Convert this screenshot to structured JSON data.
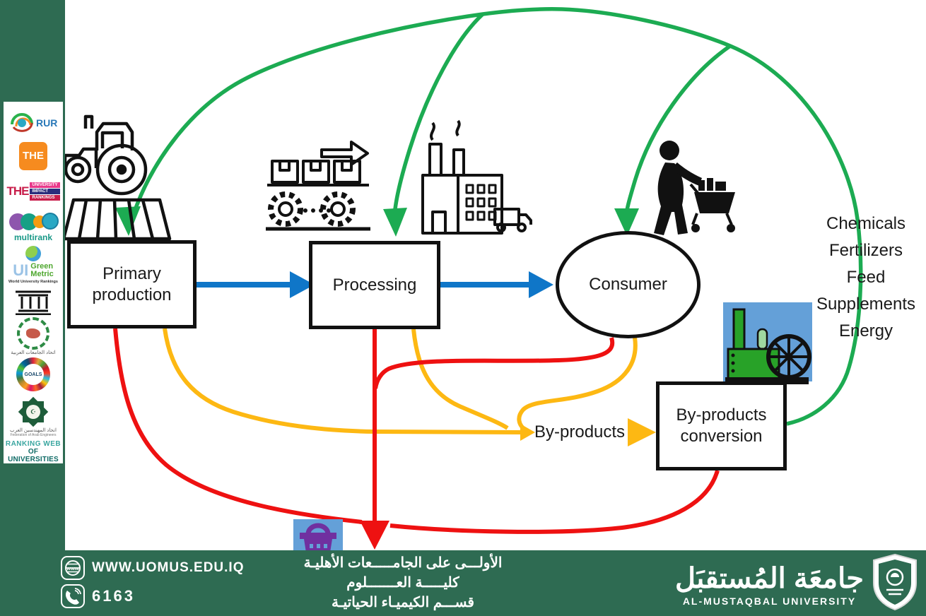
{
  "diagram": {
    "nodes": {
      "primary": "Primary production",
      "processing": "Processing",
      "consumer": "Consumer",
      "conversion": "By-products conversion"
    },
    "byproducts_label": "By-products",
    "outputs": [
      "Chemicals",
      "Fertilizers",
      "Feed",
      "Supplements",
      "Energy"
    ],
    "colors": {
      "recycle_green": "#1cab52",
      "flow_blue": "#0f76c8",
      "byproduct_yellow": "#fdb813",
      "waste_red": "#ee1111",
      "node_border": "#111111",
      "footer_green": "#2e6b52"
    }
  },
  "sidebar": {
    "logos": [
      {
        "name": "rur-ranking",
        "label": "RUR"
      },
      {
        "name": "the-ranking",
        "label": "THE"
      },
      {
        "name": "the-impact-ranking",
        "label": "THE",
        "line1": "UNIVERSITY",
        "line2": "IMPACT",
        "line3": "RANKINGS"
      },
      {
        "name": "u-multirank",
        "label": "multirank"
      },
      {
        "name": "ui-greenmetric",
        "label": "UI",
        "line1": "Green",
        "line2": "Metric",
        "sub": "World University Rankings"
      },
      {
        "name": "university-columns"
      },
      {
        "name": "arab-universities-union",
        "sub": "اتحاد الجامعات العربية"
      },
      {
        "name": "sdg-goals",
        "label": "GOALS"
      },
      {
        "name": "federation-arab-engineers",
        "label": "اتحاد المهندسين العرب",
        "sub": "Federation of Arab Engineers"
      },
      {
        "name": "webometrics",
        "line1": "RANKING WEB",
        "line2": "OF UNIVERSITIES"
      }
    ]
  },
  "footer": {
    "website": "WWW.UOMUS.EDU.IQ",
    "phone": "6163",
    "slogan_line1": "الأولـــى على الجامـــــعات الأهليـة",
    "slogan_line2": "كليـــــة العـــــــلوم",
    "slogan_line3": "قســـم الكيميـاء الحياتيـة",
    "university_name_ar": "جامعَة المُستقبَل",
    "university_name_en": "AL-MUSTAQBAL UNIVERSITY"
  }
}
